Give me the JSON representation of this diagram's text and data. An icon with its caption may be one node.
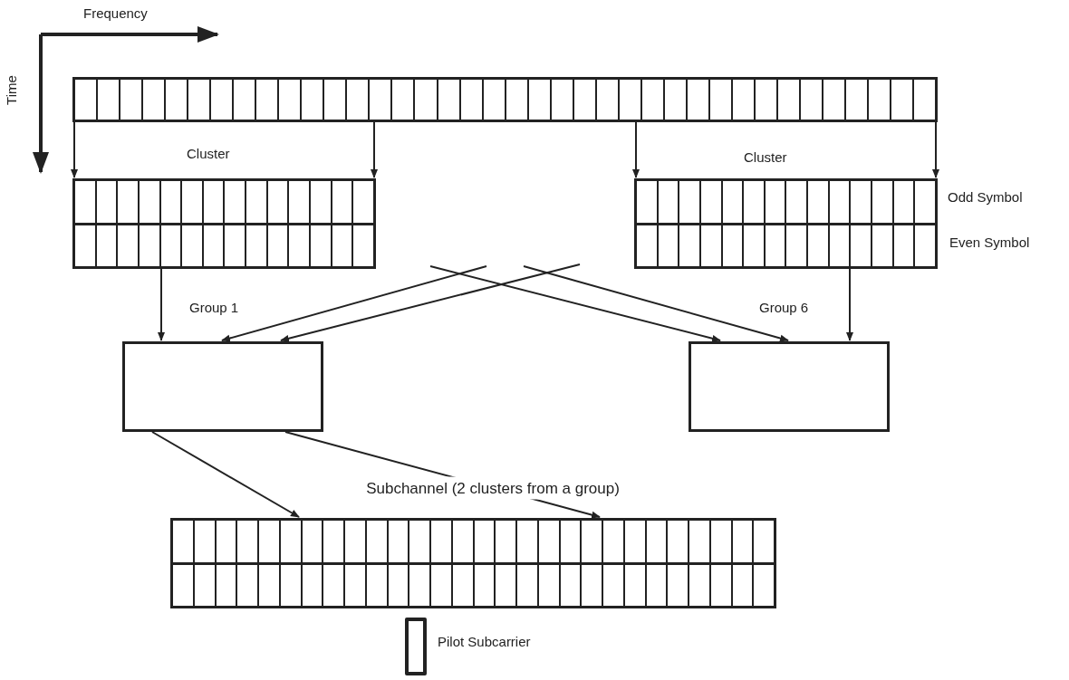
{
  "diagram": {
    "nodes": [
      {
        "text": [],
        "shape": "bar"
      },
      {
        "text": [],
        "shape": "bar"
      },
      {
        "text": [],
        "shape": "bar",
        "beside": [
          "Odd Symbol",
          "Even Symbol"
        ]
      },
      {
        "text": [],
        "shape": "box"
      },
      {
        "text": [],
        "shape": "box"
      },
      {
        "text": [],
        "shape": "bar"
      }
    ],
    "edges": [
      {
        "from": 0,
        "to": 1,
        "arrow": "to"
      },
      {
        "from": 0,
        "to": 1,
        "arrow": "to"
      },
      {
        "from": 0,
        "to": 2,
        "arrow": "to"
      },
      {
        "from": 0,
        "to": 2,
        "arrow": "to"
      },
      {
        "from": 1,
        "to": 3,
        "arrow": "to"
      },
      {
        "from": null,
        "to": 3,
        "arrow": "to"
      },
      {
        "from": null,
        "to": 3,
        "arrow": "to"
      },
      {
        "from": null,
        "to": 4,
        "arrow": "to"
      },
      {
        "from": null,
        "to": 4,
        "arrow": "to"
      },
      {
        "from": 2,
        "to": 4,
        "arrow": "to"
      },
      {
        "from": 3,
        "to": 5,
        "arrow": "to"
      },
      {
        "from": 3,
        "to": 5,
        "arrow": "to",
        "label": "Subchannel (2 clusters from a group)"
      }
    ],
    "labels": [
      "Frequency",
      "Time",
      "Cluster",
      "Cluster",
      "Group 1",
      "Group 6"
    ],
    "legend": [
      {
        "text": "Pilot Subcarrier"
      }
    ]
  }
}
